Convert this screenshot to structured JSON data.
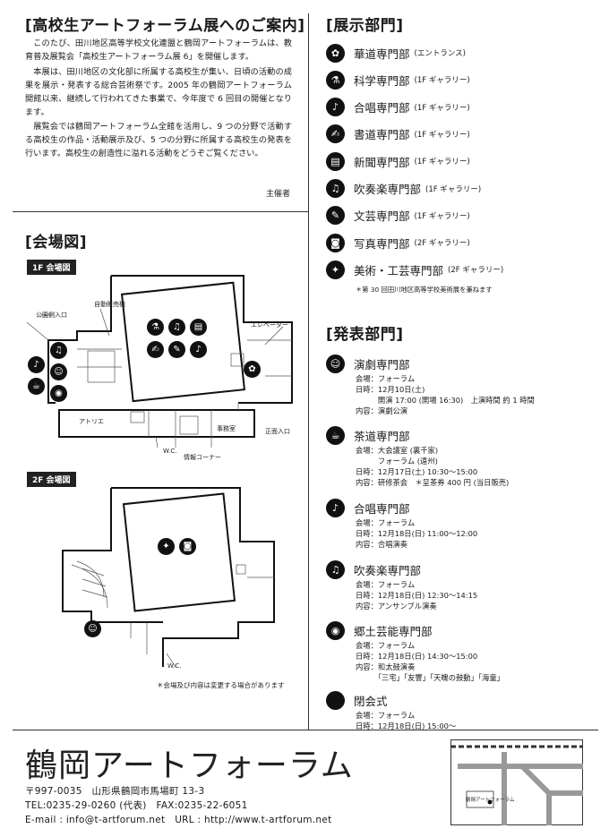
{
  "intro": {
    "title": "[高校生アートフォーラム展へのご案内]",
    "paragraphs": [
      "このたび、田川地区高等学校文化連盟と鶴岡アートフォーラムは、教育普及展覧会「高校生アートフォーラム展 6」を開催します。",
      "本展は、田川地区の文化部に所属する高校生が集い、日頃の活動の成果を展示・発表する総合芸術祭です。2005 年の鶴岡アートフォーラム開館以来、継続して行われてきた事業で、今年度で 6 回目の開催となります。",
      "展覧会では鶴岡アートフォーラム全館を活用し、9 つの分野で活動する高校生の作品・活動展示及び、5 つの分野に所属する高校生の発表を行います。高校生の創造性に溢れる活動をどうぞご覧ください。"
    ],
    "organizer": "主催者"
  },
  "venue": {
    "title": "[会場図]",
    "floor1": {
      "label": "1F 会場図",
      "labels": {
        "vending": "自動販売機",
        "park_entrance": "公園側入口",
        "elevator": "エレベーター",
        "atelier": "アトリエ",
        "wc": "W.C.",
        "office": "事務室",
        "info_corner": "情報コーナー",
        "main_entrance": "正面入口"
      }
    },
    "floor2": {
      "label": "2F 会場図",
      "labels": {
        "wc": "W.C."
      }
    },
    "note": "＊会場及び内容は変更する場合があります"
  },
  "exhibition": {
    "title": "[展示部門]",
    "items": [
      {
        "name": "華道専門部",
        "loc": "(エントランス)",
        "icon": "flower-icon",
        "glyph": "✿"
      },
      {
        "name": "科学専門部",
        "loc": "(1F ギャラリー)",
        "icon": "science-icon",
        "glyph": "⚗"
      },
      {
        "name": "合唱専門部",
        "loc": "(1F ギャラリー)",
        "icon": "choir-icon",
        "glyph": "♪"
      },
      {
        "name": "書道専門部",
        "loc": "(1F ギャラリー)",
        "icon": "brush-icon",
        "glyph": "✍"
      },
      {
        "name": "新聞専門部",
        "loc": "(1F ギャラリー)",
        "icon": "newspaper-icon",
        "glyph": "▤"
      },
      {
        "name": "吹奏楽専門部",
        "loc": "(1F ギャラリー)",
        "icon": "trumpet-icon",
        "glyph": "♫"
      },
      {
        "name": "文芸専門部",
        "loc": "(1F ギャラリー)",
        "icon": "book-icon",
        "glyph": "✎"
      },
      {
        "name": "写真専門部",
        "loc": "(2F ギャラリー)",
        "icon": "camera-icon",
        "glyph": "◙"
      },
      {
        "name": "美術・工芸専門部",
        "loc": "(2F ギャラリー)",
        "icon": "palette-icon",
        "glyph": "✦"
      }
    ],
    "note": "＊第 30 回田川地区高等学校美術展を兼ねます"
  },
  "performance": {
    "title": "[発表部門]",
    "items": [
      {
        "name": "演劇専門部",
        "icon": "drama-icon",
        "glyph": "☺",
        "lines": [
          "会場：フォーラム",
          "日時：12月10日(土)",
          "　　　開演 17:00 (開場 16:30)　上演時間 約 1 時間",
          "内容：演劇公演"
        ]
      },
      {
        "name": "茶道専門部",
        "icon": "tea-icon",
        "glyph": "☕",
        "lines": [
          "会場：大会議室 (裏千家)",
          "　　　フォーラム (遠州)",
          "日時：12月17日(土) 10:30〜15:00",
          "内容：研修茶会　＊呈茶券 400 円 (当日販売)"
        ]
      },
      {
        "name": "合唱専門部",
        "icon": "choir-icon",
        "glyph": "♪",
        "lines": [
          "会場：フォーラム",
          "日時：12月18日(日) 11:00〜12:00",
          "内容：合唱演奏"
        ]
      },
      {
        "name": "吹奏楽専門部",
        "icon": "trumpet-icon",
        "glyph": "♫",
        "lines": [
          "会場：フォーラム",
          "日時：12月18日(日) 12:30〜14:15",
          "内容：アンサンブル演奏"
        ]
      },
      {
        "name": "郷土芸能専門部",
        "icon": "drum-icon",
        "glyph": "◉",
        "lines": [
          "会場：フォーラム",
          "日時：12月18日(日) 14:30〜15:00",
          "内容：和太鼓演奏",
          "　　　「三宅」「友響」「天魄の鼓動」「海童」"
        ]
      },
      {
        "name": "閉会式",
        "icon": "closing-icon",
        "glyph": "",
        "lines": [
          "会場：フォーラム",
          "日時：12月18日(日) 15:00〜"
        ]
      }
    ]
  },
  "footer": {
    "logo": "鶴岡アートフォーラム",
    "address": "〒997-0035　山形県鶴岡市馬場町 13-3",
    "tel": "TEL:0235-29-0260 (代表)　FAX:0235-22-6051",
    "web": "E-mail : info@t-artforum.net　URL : http://www.t-artforum.net"
  },
  "access_map": {
    "labels": {
      "forum": "鶴岡アートフォーラム"
    }
  }
}
